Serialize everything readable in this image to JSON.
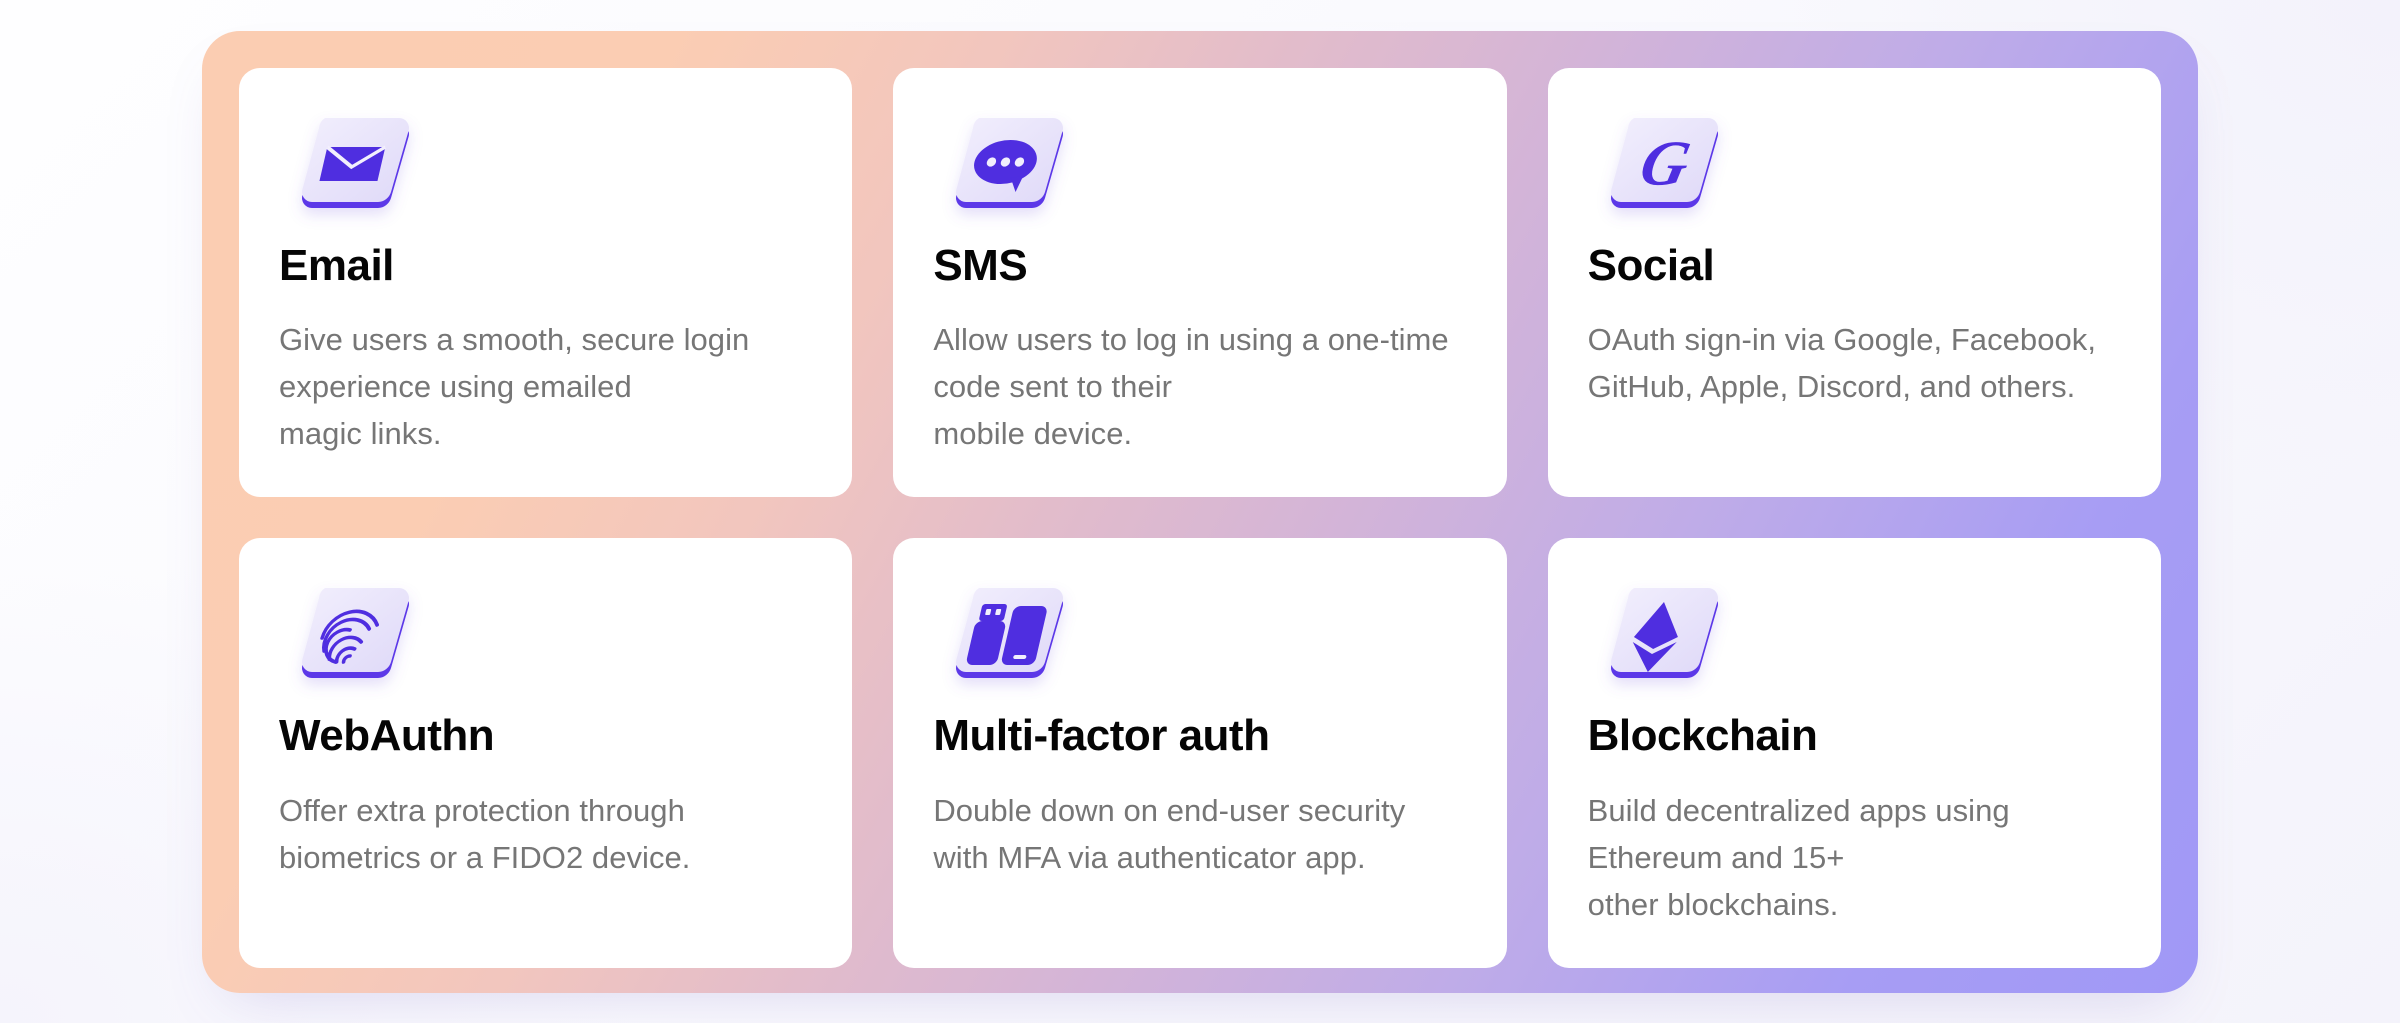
{
  "theme": {
    "gradient_start": "#FBCDB2",
    "gradient_mid": "#D3B4D8",
    "gradient_end": "#A098F6",
    "card_background": "#FFFFFF",
    "page_background": "#FAFAFE",
    "icon_face": "#E9E5FB",
    "icon_edge": "#5B38E8",
    "glyph": "#4F2EE0",
    "title_color": "#050505",
    "description_color": "#767676"
  },
  "features": [
    {
      "icon": "email-icon",
      "title": "Email",
      "description": "Give users a smooth, secure login experience using emailed\nmagic links."
    },
    {
      "icon": "sms-chat-bubble-icon",
      "title": "SMS",
      "description": "Allow users to log in using a one-time code sent to their\nmobile device."
    },
    {
      "icon": "google-g-icon",
      "title": "Social",
      "description": "OAuth sign-in via Google, Facebook, GitHub, Apple, Discord, and others."
    },
    {
      "icon": "fingerprint-icon",
      "title": "WebAuthn",
      "description": "Offer extra protection through biometrics or a FIDO2 device."
    },
    {
      "icon": "security-key-and-phone-icon",
      "title": "Multi-factor auth",
      "description": "Double down on end-user security with MFA via authenticator app."
    },
    {
      "icon": "ethereum-diamond-icon",
      "title": "Blockchain",
      "description": "Build decentralized apps using Ethereum and 15+\nother blockchains."
    }
  ]
}
